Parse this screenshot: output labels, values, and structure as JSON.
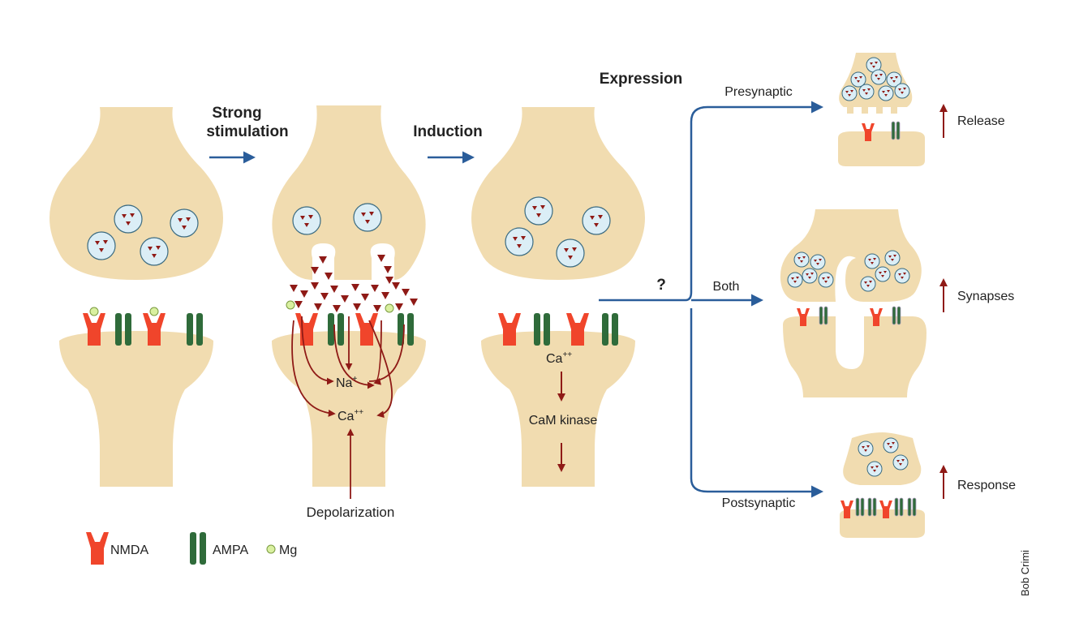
{
  "labels": {
    "strong_line1": "Strong",
    "strong_line2": "stimulation",
    "induction": "Induction",
    "expression": "Expression",
    "question": "?",
    "presynaptic": "Presynaptic",
    "both": "Both",
    "postsynaptic": "Postsynaptic",
    "na": "Na",
    "na_sup": "+",
    "ca": "Ca",
    "ca_sup": "++",
    "ca2": "Ca",
    "ca2_sup": "++",
    "cam_kinase": "CaM kinase",
    "depolarization": "Depolarization",
    "release": "Release",
    "synapses": "Synapses",
    "response": "Response",
    "signature": "Bob Crimi"
  },
  "legend": {
    "nmda": "NMDA",
    "ampa": "AMPA",
    "mg": "Mg"
  },
  "colors": {
    "cell": "#f1dcb0",
    "nmda": "#f0452b",
    "ampa": "#2f6b3a",
    "vesicle": "#dbeef6",
    "transmitter": "#8f1a16",
    "arrow_red": "#8f1a16",
    "arrow_blue": "#2a5d9a",
    "mg": "#d9f0a0"
  }
}
